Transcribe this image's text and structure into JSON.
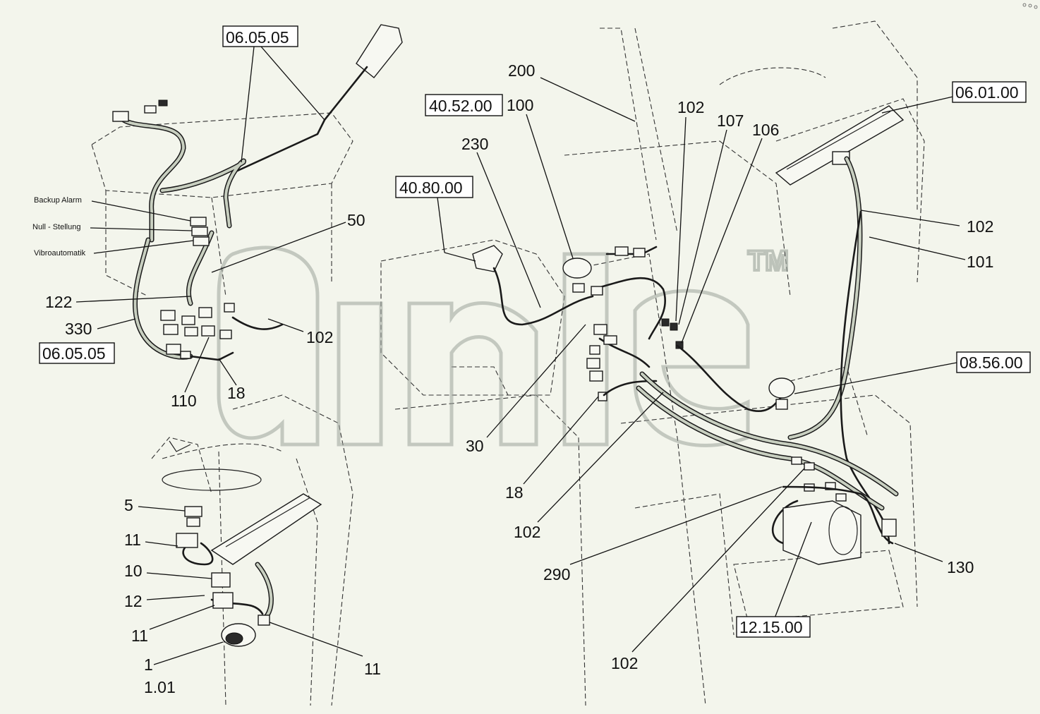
{
  "logo": {
    "trademark": "TM"
  },
  "ref_boxes": [
    {
      "id": "ref-06-05-05-top",
      "text": "06.05.05"
    },
    {
      "id": "ref-40-52-00",
      "text": "40.52.00"
    },
    {
      "id": "ref-40-80-00",
      "text": "40.80.00"
    },
    {
      "id": "ref-06-05-05-left",
      "text": "06.05.05"
    },
    {
      "id": "ref-06-01-00",
      "text": "06.01.00"
    },
    {
      "id": "ref-08-56-00",
      "text": "08.56.00"
    },
    {
      "id": "ref-12-15-00",
      "text": "12.15.00"
    }
  ],
  "side_labels": [
    {
      "id": "backup-alarm",
      "text": "Backup Alarm"
    },
    {
      "id": "null-stellung",
      "text": "Null - Stellung"
    },
    {
      "id": "vibroautomatik",
      "text": "Vibroautomatik"
    }
  ],
  "callouts": [
    {
      "id": "c-50",
      "text": "50"
    },
    {
      "id": "c-122",
      "text": "122"
    },
    {
      "id": "c-330",
      "text": "330"
    },
    {
      "id": "c-102-left",
      "text": "102"
    },
    {
      "id": "c-110",
      "text": "110"
    },
    {
      "id": "c-18-left",
      "text": "18"
    },
    {
      "id": "c-200",
      "text": "200"
    },
    {
      "id": "c-100",
      "text": "100"
    },
    {
      "id": "c-230",
      "text": "230"
    },
    {
      "id": "c-102-top",
      "text": "102"
    },
    {
      "id": "c-107",
      "text": "107"
    },
    {
      "id": "c-106",
      "text": "106"
    },
    {
      "id": "c-102-right-a",
      "text": "102"
    },
    {
      "id": "c-101",
      "text": "101"
    },
    {
      "id": "c-30",
      "text": "30"
    },
    {
      "id": "c-18-mid",
      "text": "18"
    },
    {
      "id": "c-102-mid",
      "text": "102"
    },
    {
      "id": "c-290",
      "text": "290"
    },
    {
      "id": "c-130",
      "text": "130"
    },
    {
      "id": "c-102-bottom",
      "text": "102"
    },
    {
      "id": "c-5",
      "text": "5"
    },
    {
      "id": "c-11-a",
      "text": "11"
    },
    {
      "id": "c-10",
      "text": "10"
    },
    {
      "id": "c-12",
      "text": "12"
    },
    {
      "id": "c-11-b",
      "text": "11"
    },
    {
      "id": "c-1",
      "text": "1"
    },
    {
      "id": "c-1-01",
      "text": "1.01"
    },
    {
      "id": "c-11-c",
      "text": "11"
    }
  ]
}
